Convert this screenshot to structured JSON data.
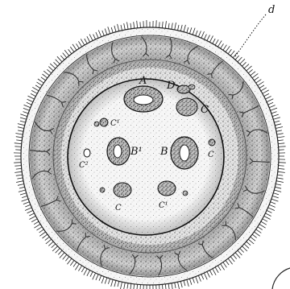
{
  "figure": {
    "labels": {
      "d": "d",
      "A": "A",
      "D": "D",
      "C_upper_right": "C",
      "C1_upper_left": "C¹",
      "B1": "B¹",
      "B": "B",
      "C2_left": "C²",
      "C_right_small": "C",
      "C_lower": "C",
      "C1_lower": "C¹"
    },
    "colors": {
      "ink": "#111111",
      "paper": "#ffffff",
      "stipple_dark": "#4a4a4a",
      "stipple_light": "#b5b5b5"
    }
  }
}
